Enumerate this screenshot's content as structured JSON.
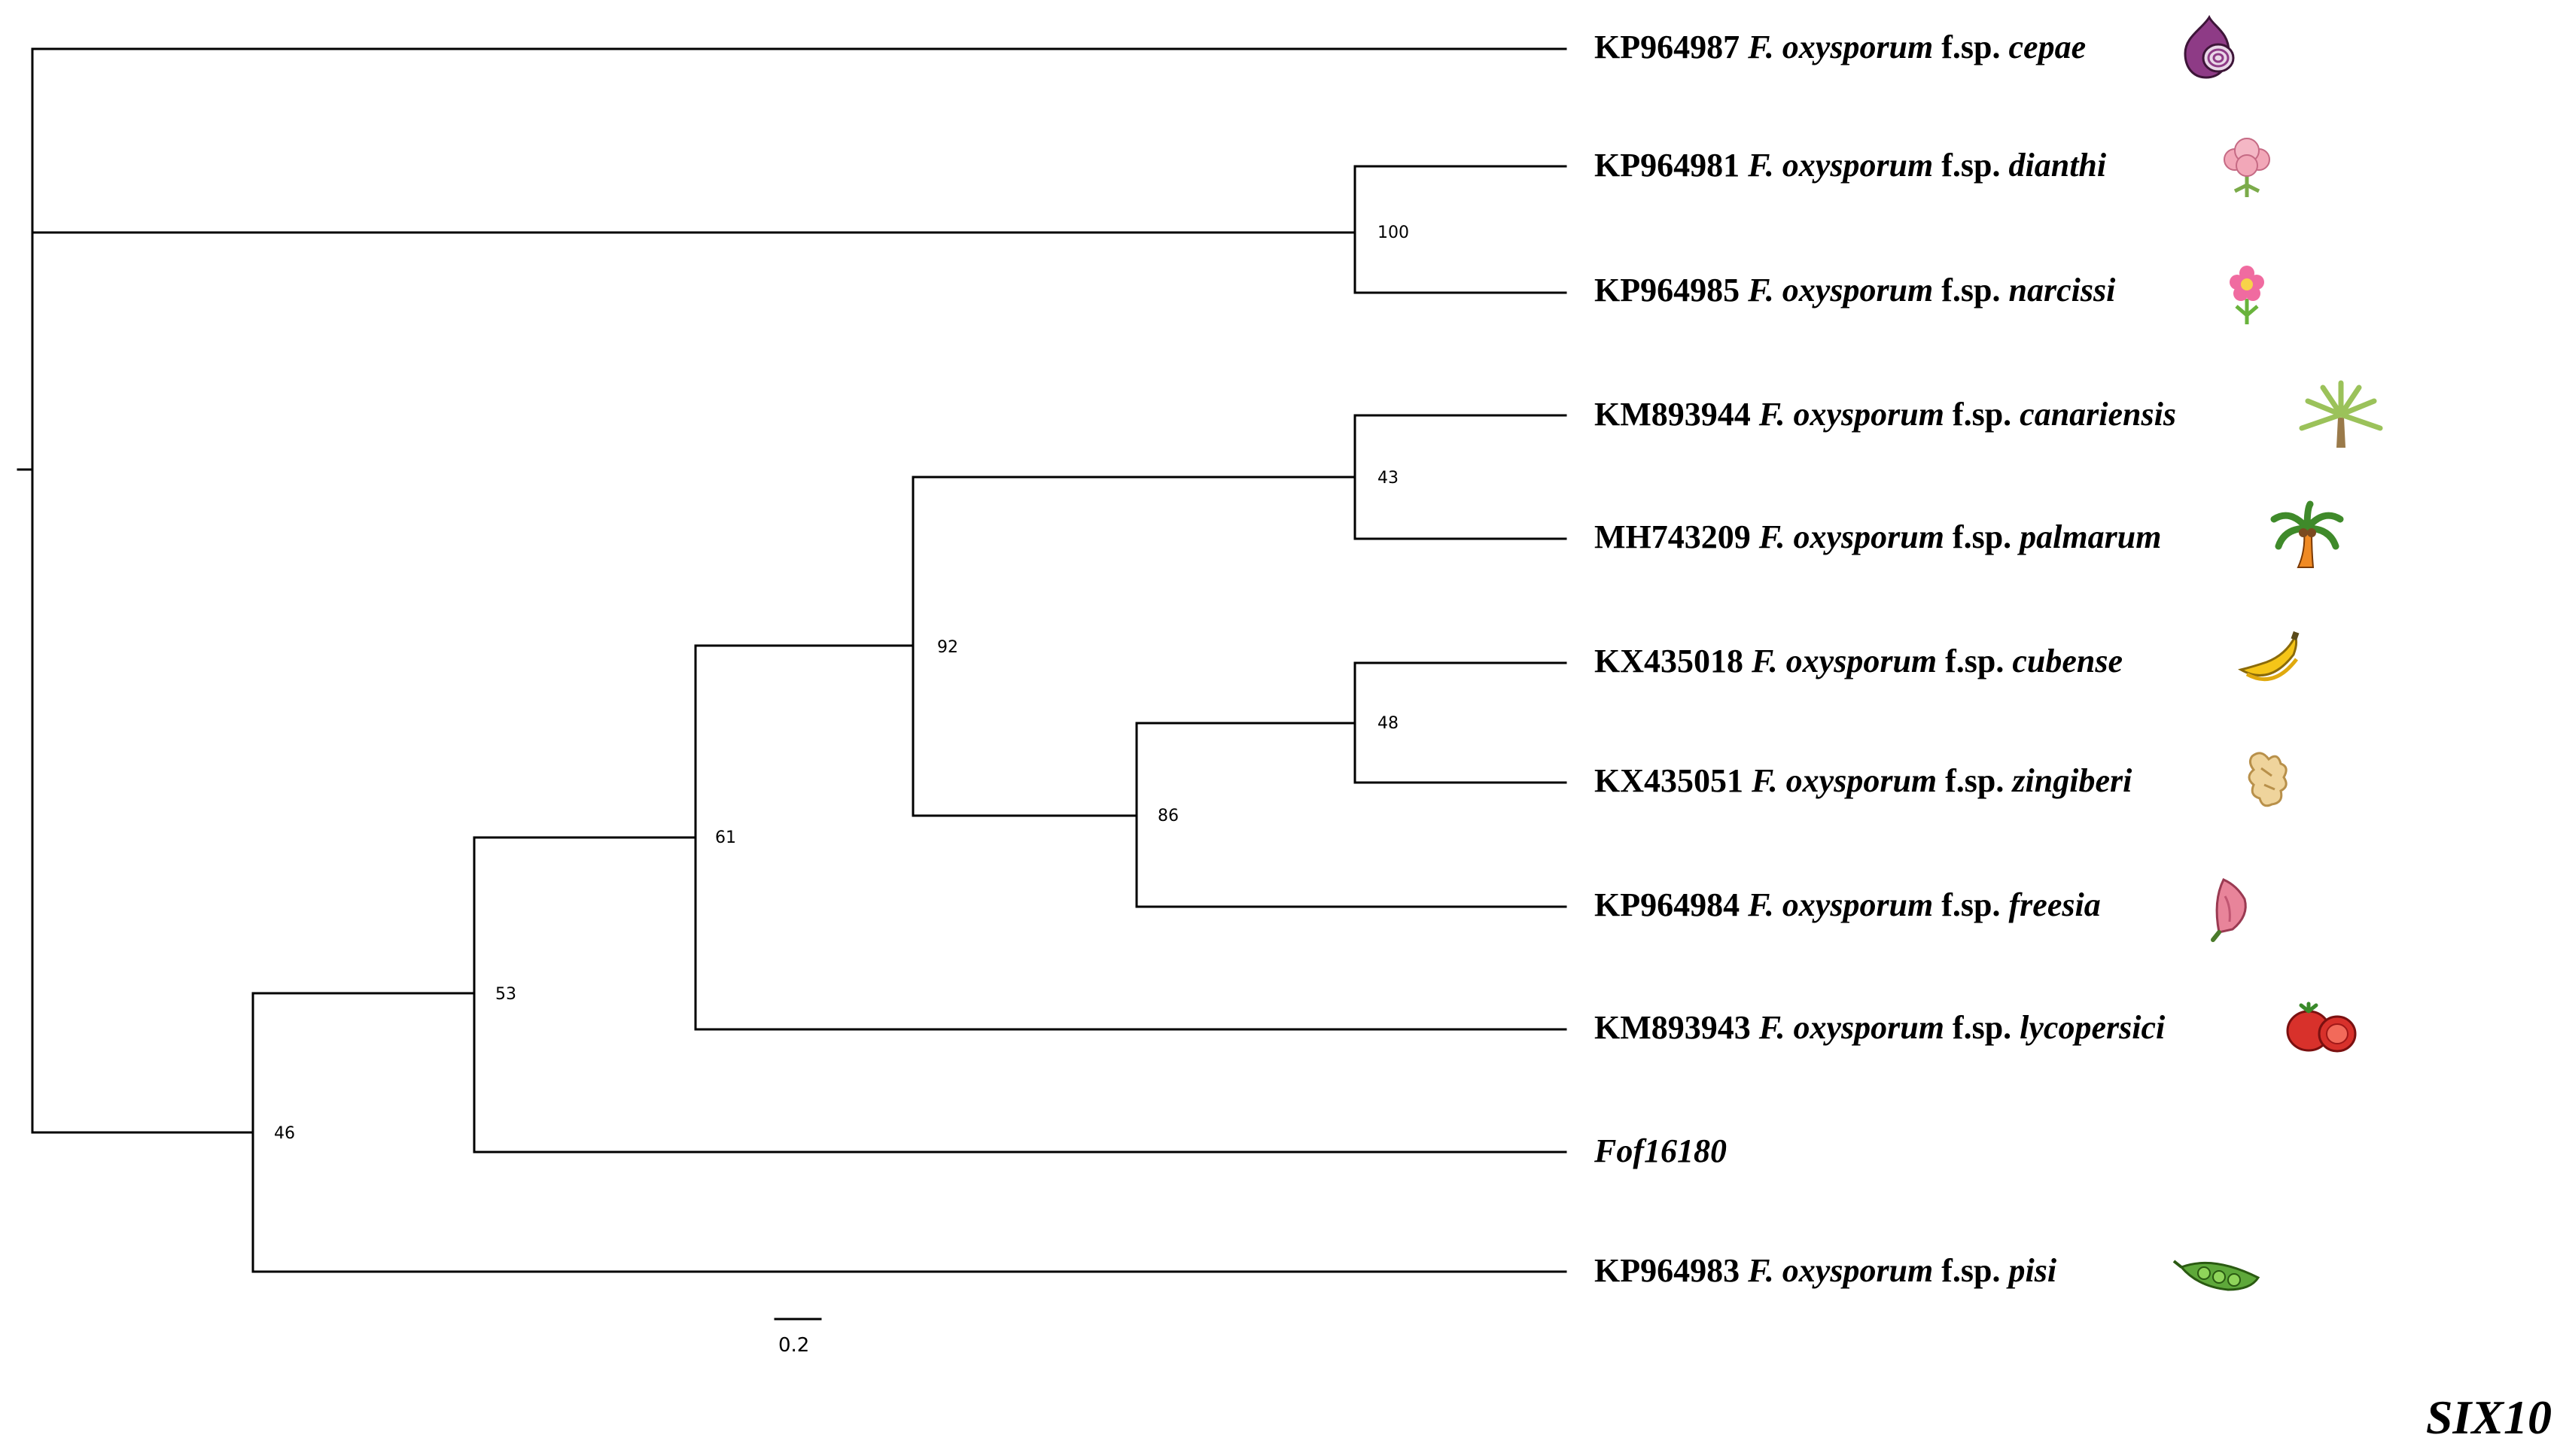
{
  "figure": {
    "gene_label": "SIX10",
    "scale_bar_label": "0.2"
  },
  "tips": [
    {
      "key": "cepae",
      "accession": "KP964987",
      "genus": "F. oxysporum",
      "fsp": "f.sp.",
      "host": "cepae",
      "icon": "onion-icon"
    },
    {
      "key": "dianthi",
      "accession": "KP964981",
      "genus": "F. oxysporum",
      "fsp": "f.sp.",
      "host": "dianthi",
      "icon": "carnation-icon"
    },
    {
      "key": "narcissi",
      "accession": "KP964985",
      "genus": "F. oxysporum",
      "fsp": "f.sp.",
      "host": "narcissi",
      "icon": "flower-icon"
    },
    {
      "key": "canariensis",
      "accession": "KM893944",
      "genus": "F. oxysporum",
      "fsp": "f.sp.",
      "host": "canariensis",
      "icon": "palm-icon"
    },
    {
      "key": "palmarum",
      "accession": "MH743209",
      "genus": "F. oxysporum",
      "fsp": "f.sp.",
      "host": "palmarum",
      "icon": "coconut-palm-icon"
    },
    {
      "key": "cubense",
      "accession": "KX435018",
      "genus": "F. oxysporum",
      "fsp": "f.sp.",
      "host": "cubense",
      "icon": "banana-icon"
    },
    {
      "key": "zingiberi",
      "accession": "KX435051",
      "genus": "F. oxysporum",
      "fsp": "f.sp.",
      "host": "zingiberi",
      "icon": "ginger-icon"
    },
    {
      "key": "freesia",
      "accession": "KP964984",
      "genus": "F. oxysporum",
      "fsp": "f.sp.",
      "host": "freesia",
      "icon": "freesia-icon"
    },
    {
      "key": "lycopersici",
      "accession": "KM893943",
      "genus": "F. oxysporum",
      "fsp": "f.sp.",
      "host": "lycopersici",
      "icon": "tomato-icon"
    },
    {
      "key": "fof",
      "accession": "",
      "genus": "",
      "fsp": "",
      "host": "Fof16180",
      "icon": ""
    },
    {
      "key": "pisi",
      "accession": "KP964983",
      "genus": "F. oxysporum",
      "fsp": "f.sp.",
      "host": "pisi",
      "icon": "pea-pod-icon"
    }
  ],
  "support_values": {
    "dianthi_narcissi": "100",
    "canariensis_palmarum": "43",
    "palm_banana_group": "92",
    "cubense_zingiberi": "48",
    "banana_freesia_group": "86",
    "lycopersici_group": "61",
    "fof_group": "53",
    "pisi_group": "46"
  },
  "colors": {
    "branch": "#000000",
    "onion": "#8e3b86",
    "carnation": "#f2a7b8",
    "flower": "#f06ba0",
    "palm": "#9bc25a",
    "banana": "#f5c518",
    "ginger": "#e8c98e",
    "freesia": "#e8849a",
    "tomato": "#d8312b",
    "pea": "#5ea83a"
  }
}
